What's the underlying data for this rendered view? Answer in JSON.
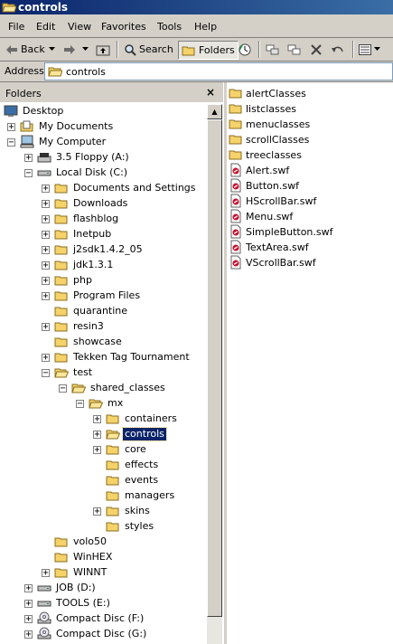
{
  "window": {
    "title": "controls"
  },
  "menu": [
    "File",
    "Edit",
    "View",
    "Favorites",
    "Tools",
    "Help"
  ],
  "toolbar": {
    "back": "Back",
    "search": "Search",
    "folders": "Folders"
  },
  "address": {
    "label": "Address",
    "value": "controls"
  },
  "folders_pane": {
    "title": "Folders",
    "close": "×"
  },
  "tree": [
    {
      "label": "Desktop",
      "icon": "desktop-icon"
    },
    {
      "label": "My Documents",
      "icon": "my-documents-icon"
    },
    {
      "label": "My Computer",
      "icon": "my-computer-icon"
    },
    {
      "label": "3.5 Floppy (A:)",
      "icon": "floppy-icon"
    },
    {
      "label": "Local Disk (C:)",
      "icon": "drive-icon"
    },
    {
      "label": "Documents and Settings",
      "icon": "folder-icon"
    },
    {
      "label": "Downloads",
      "icon": "folder-icon"
    },
    {
      "label": "flashblog",
      "icon": "folder-icon"
    },
    {
      "label": "Inetpub",
      "icon": "folder-icon"
    },
    {
      "label": "j2sdk1.4.2_05",
      "icon": "folder-icon"
    },
    {
      "label": "jdk1.3.1",
      "icon": "folder-icon"
    },
    {
      "label": "php",
      "icon": "folder-icon"
    },
    {
      "label": "Program Files",
      "icon": "folder-icon"
    },
    {
      "label": "quarantine",
      "icon": "folder-icon"
    },
    {
      "label": "resin3",
      "icon": "folder-icon"
    },
    {
      "label": "showcase",
      "icon": "folder-icon"
    },
    {
      "label": "Tekken Tag Tournament",
      "icon": "folder-icon"
    },
    {
      "label": "test",
      "icon": "folder-open-icon"
    },
    {
      "label": "shared_classes",
      "icon": "folder-open-icon"
    },
    {
      "label": "mx",
      "icon": "folder-open-icon"
    },
    {
      "label": "containers",
      "icon": "folder-icon"
    },
    {
      "label": "controls",
      "icon": "folder-open-icon"
    },
    {
      "label": "core",
      "icon": "folder-icon"
    },
    {
      "label": "effects",
      "icon": "folder-icon"
    },
    {
      "label": "events",
      "icon": "folder-icon"
    },
    {
      "label": "managers",
      "icon": "folder-icon"
    },
    {
      "label": "skins",
      "icon": "folder-icon"
    },
    {
      "label": "styles",
      "icon": "folder-icon"
    },
    {
      "label": "volo50",
      "icon": "folder-icon"
    },
    {
      "label": "WinHEX",
      "icon": "folder-icon"
    },
    {
      "label": "WINNT",
      "icon": "folder-icon"
    },
    {
      "label": "JOB (D:)",
      "icon": "drive-icon"
    },
    {
      "label": "TOOLS (E:)",
      "icon": "drive-icon"
    },
    {
      "label": "Compact Disc (F:)",
      "icon": "cd-icon"
    },
    {
      "label": "Compact Disc (G:)",
      "icon": "cd-icon"
    }
  ],
  "selected": "controls",
  "files": [
    {
      "name": "alertClasses",
      "icon": "folder-icon"
    },
    {
      "name": "listclasses",
      "icon": "folder-icon"
    },
    {
      "name": "menuclasses",
      "icon": "folder-icon"
    },
    {
      "name": "scrollClasses",
      "icon": "folder-icon"
    },
    {
      "name": "treeclasses",
      "icon": "folder-icon"
    },
    {
      "name": "Alert.swf",
      "icon": "swf-file-icon"
    },
    {
      "name": "Button.swf",
      "icon": "swf-file-icon"
    },
    {
      "name": "HScrollBar.swf",
      "icon": "swf-file-icon"
    },
    {
      "name": "Menu.swf",
      "icon": "swf-file-icon"
    },
    {
      "name": "SimpleButton.swf",
      "icon": "swf-file-icon"
    },
    {
      "name": "TextArea.swf",
      "icon": "swf-file-icon"
    },
    {
      "name": "VScrollBar.swf",
      "icon": "swf-file-icon"
    }
  ],
  "colors": {
    "selection": "#0a246a",
    "folder": "#f5d36a",
    "face": "#d4d0c8"
  }
}
